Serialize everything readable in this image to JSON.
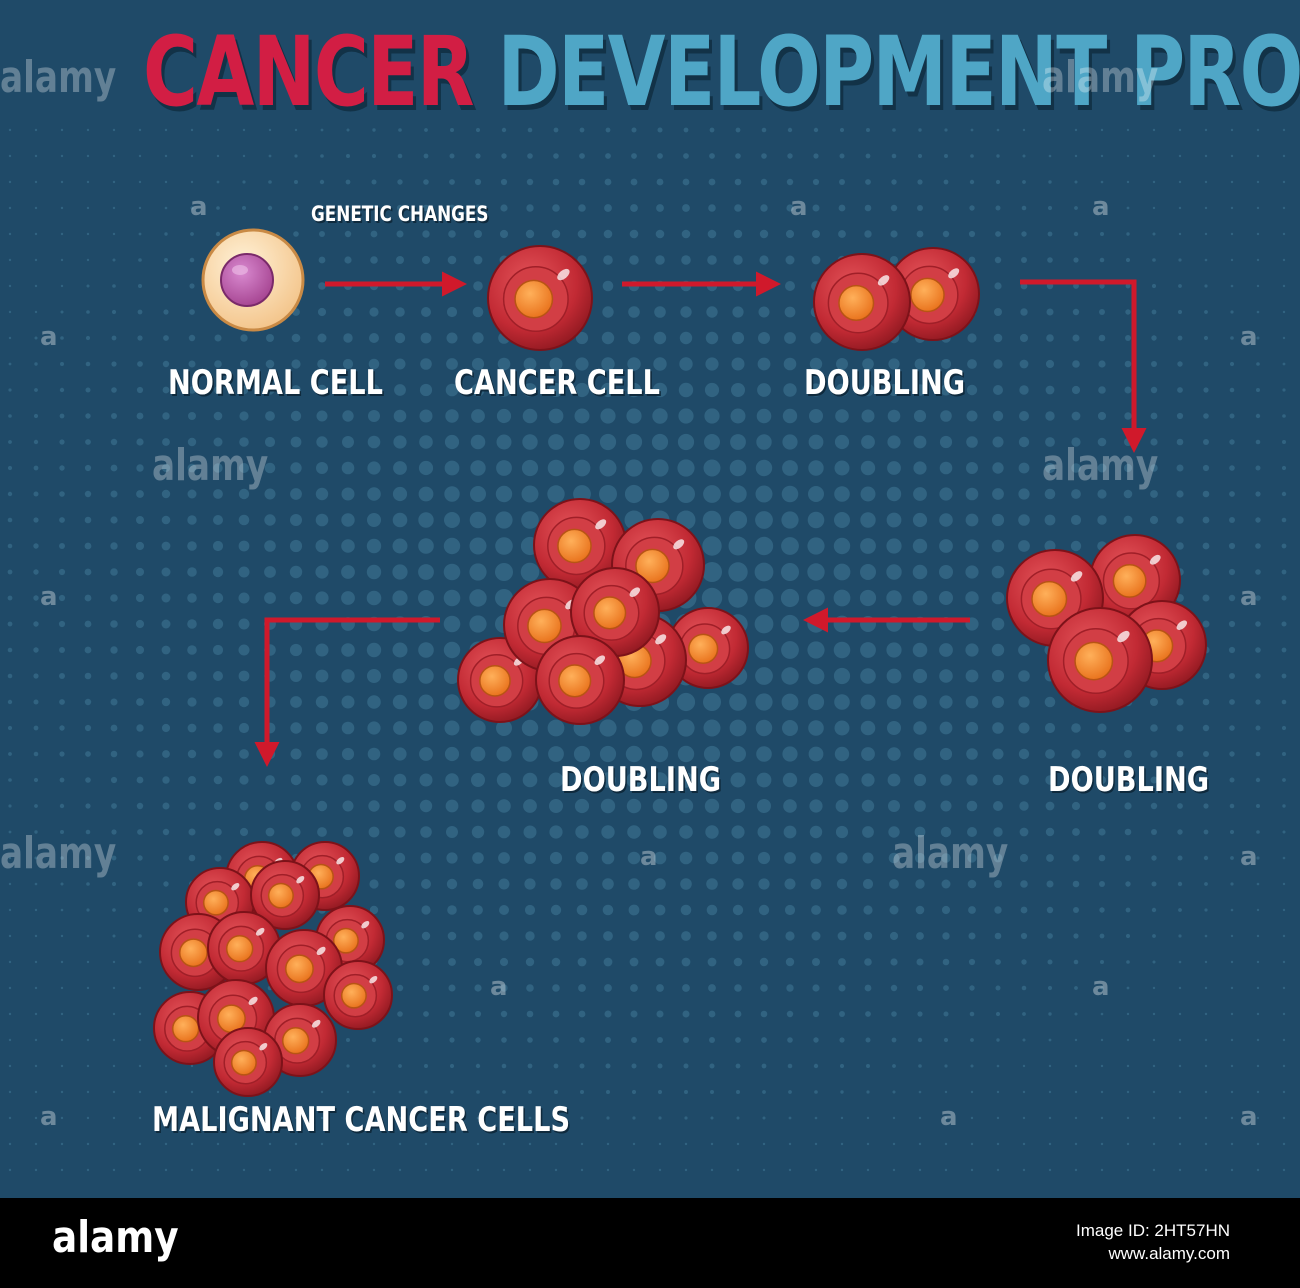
{
  "title": {
    "part1": "CANCER",
    "part2": "DEVELOPMENT PROCESS"
  },
  "labels": {
    "genetic_changes": "GENETIC CHANGES",
    "normal_cell": "NORMAL CELL",
    "cancer_cell": "CANCER CELL",
    "doubling_1": "DOUBLING",
    "doubling_2": "DOUBLING",
    "doubling_3": "DOUBLING",
    "malignant": "MALIGNANT CANCER CELLS"
  },
  "watermark": {
    "word": "alamy",
    "letter": "a"
  },
  "footer": {
    "logo": "alamy",
    "image_id_label": "Image ID: 2HT57HN",
    "site": "www.alamy.com"
  },
  "colors": {
    "background": "#1f4a68",
    "title_red": "#d21e44",
    "title_blue": "#4fa6c6",
    "arrow": "#d0192b",
    "cell_red": "#c42a34",
    "nucleus": "#f2821f"
  }
}
